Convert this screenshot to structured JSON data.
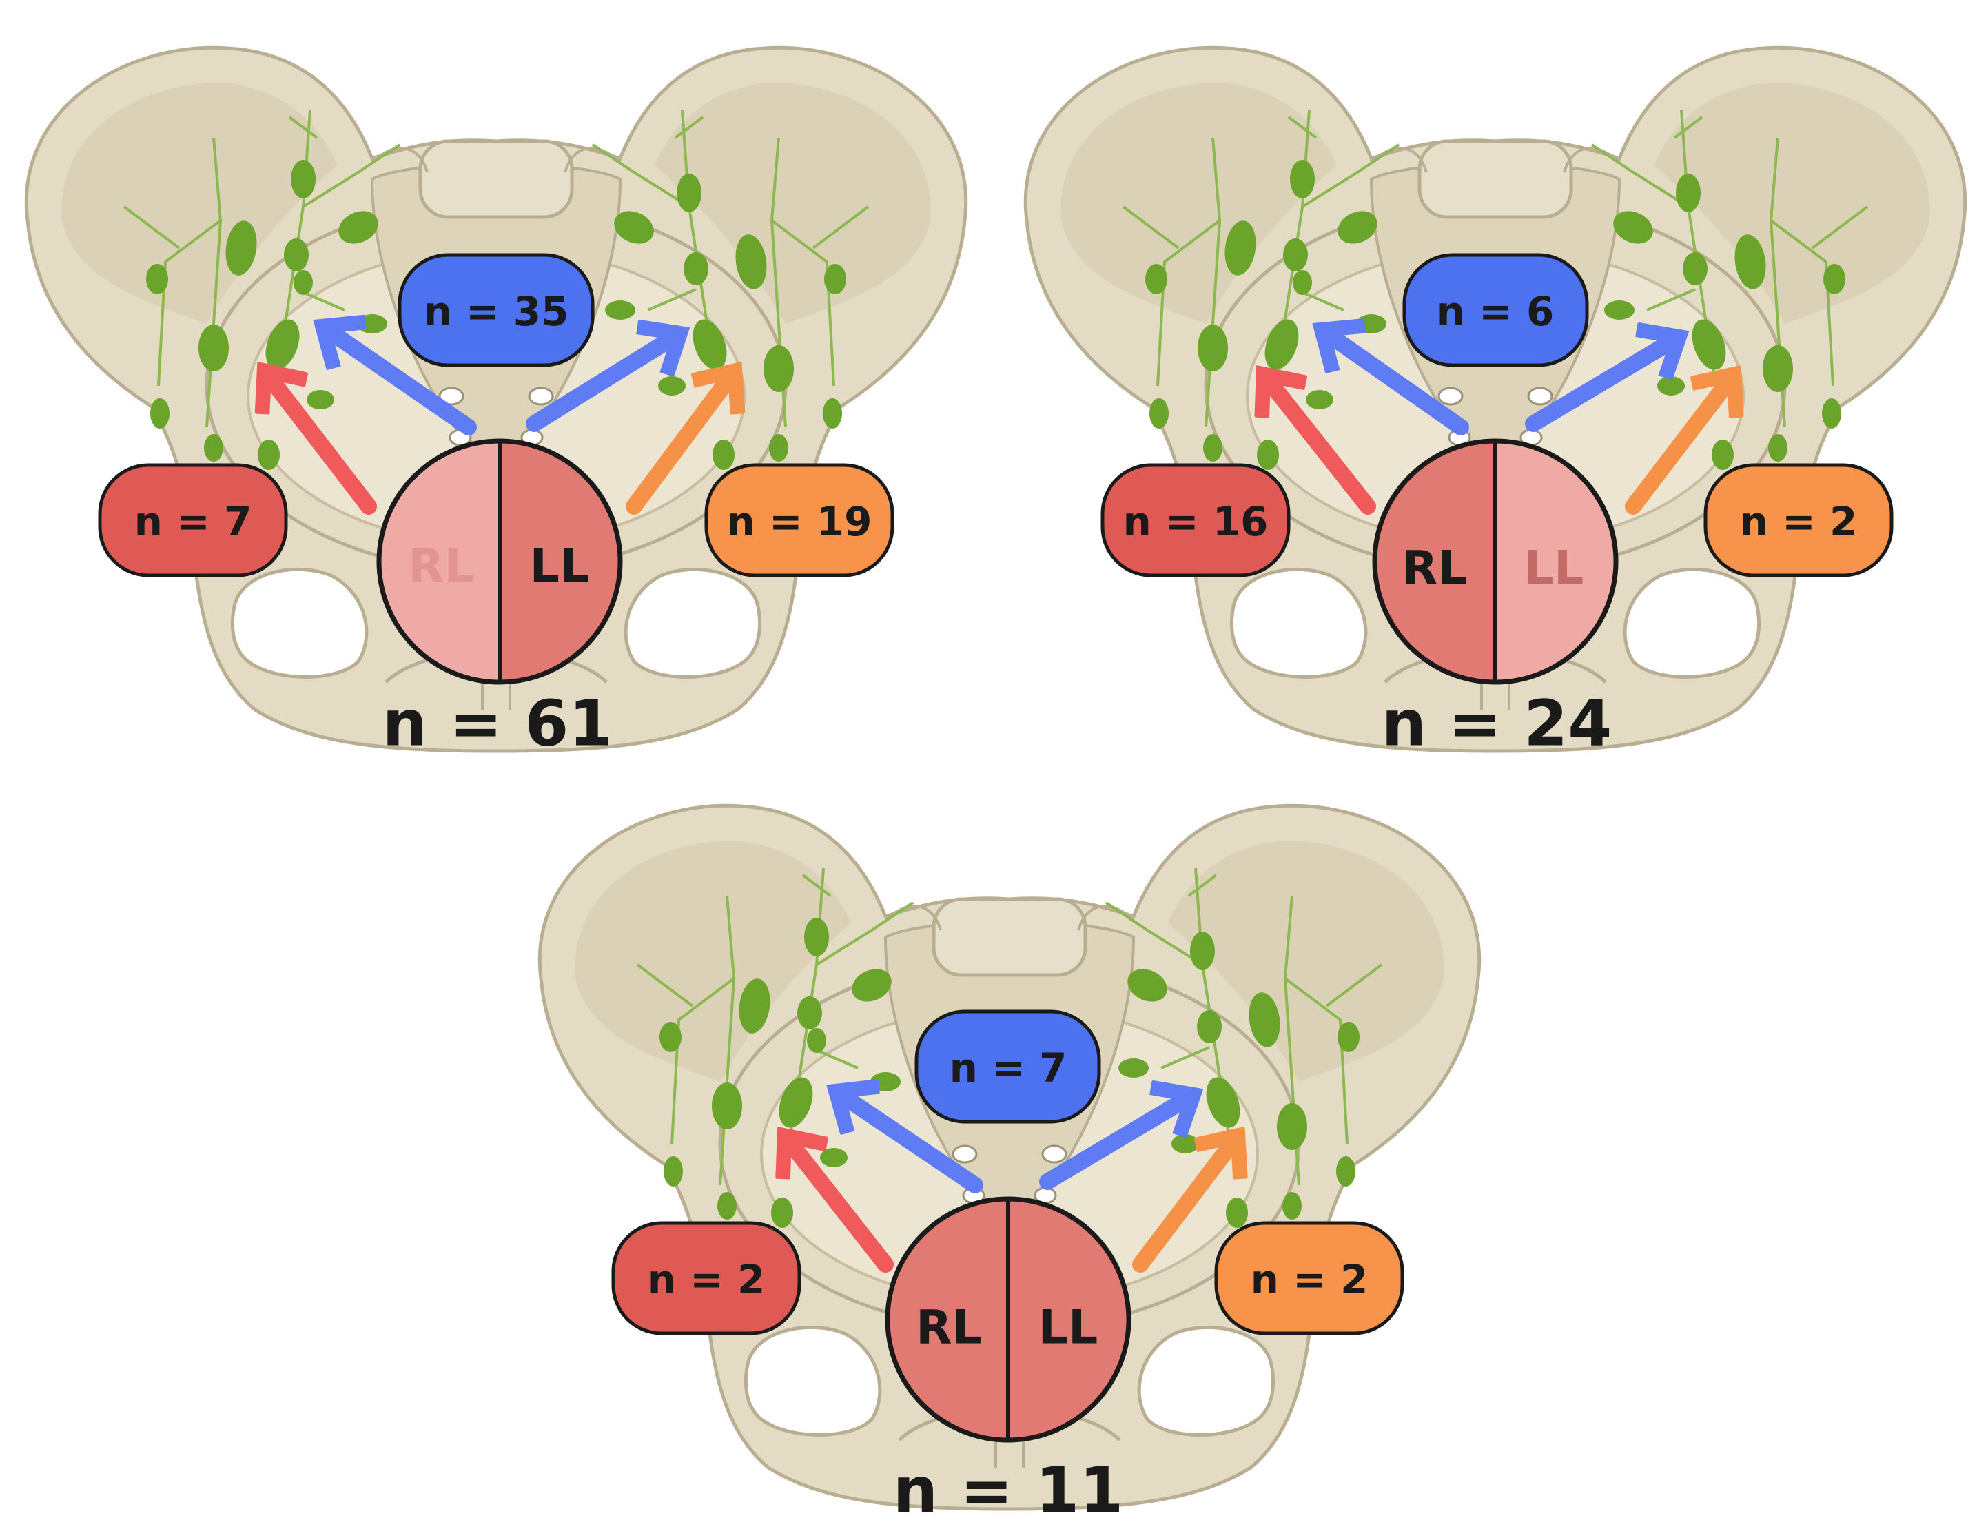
{
  "colors": {
    "bone": "#e3dbc4",
    "bone_edge": "#b9ae92",
    "bone_shade": "#cfc5a8",
    "node": "#6aa42a",
    "vessel": "#8cb850",
    "blue": "#4d72f0",
    "blue_arrow": "#5f7cf5",
    "red": "#e05a55",
    "red_arrow": "#f05a5a",
    "orange": "#f7934a",
    "orange_arrow": "#f59248",
    "lobe_active": "#e27a74",
    "lobe_inactive": "#f0aaa6"
  },
  "panels": [
    {
      "id": "panel-1",
      "total": "n = 61",
      "presacral_count": "n = 35",
      "right_count": "n = 7",
      "left_count": "n = 19",
      "lobe_right": "RL",
      "lobe_left": "LL",
      "right_lobe_active": false,
      "left_lobe_active": true
    },
    {
      "id": "panel-2",
      "total": "n = 24",
      "presacral_count": "n = 6",
      "right_count": "n = 16",
      "left_count": "n = 2",
      "lobe_right": "RL",
      "lobe_left": "LL",
      "right_lobe_active": true,
      "left_lobe_active": false
    },
    {
      "id": "panel-3",
      "total": "n = 11",
      "presacral_count": "n = 7",
      "right_count": "n = 2",
      "left_count": "n = 2",
      "lobe_right": "RL",
      "lobe_left": "LL",
      "right_lobe_active": true,
      "left_lobe_active": true
    }
  ]
}
